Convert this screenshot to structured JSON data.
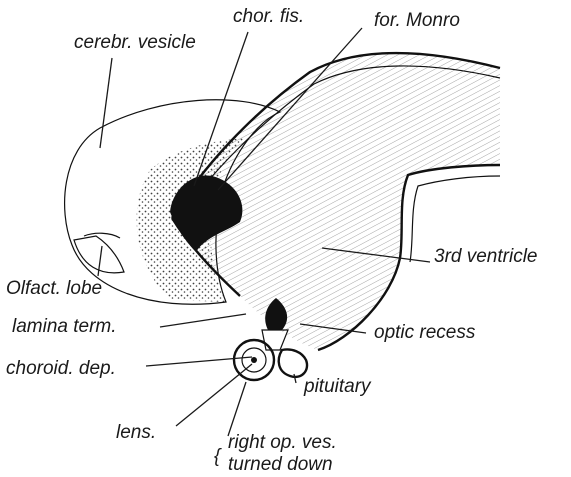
{
  "figure": {
    "labels": {
      "cerebral_vesicle": "cerebr. vesicle",
      "choroid_fissure": "chor. fis.",
      "foramen_monro": "for. Monro",
      "third_ventricle": "3rd ventricle",
      "olfactory_lobe": "Olfact. lobe",
      "lamina_terminalis": "lamina term.",
      "optic_recess": "optic recess",
      "choroid_depression": "choroid. dep.",
      "pituitary": "pituitary",
      "lens": "lens.",
      "right_optic_vesicle_line1": "right op. ves.",
      "right_optic_vesicle_line2": "turned down",
      "brace": "{"
    }
  }
}
